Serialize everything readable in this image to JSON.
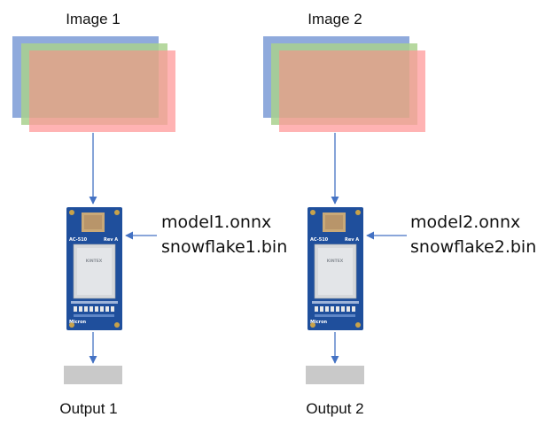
{
  "colors": {
    "frame_blue": "#8FAADC",
    "frame_green": "#A9D18E",
    "frame_red": "#FF9999",
    "frame_overlap": "#D9A78F",
    "arrow": "#4472C4",
    "output_box": "#C9C9C9",
    "board_blue": "#1F4F9C",
    "chip_silver": "#D6D8DB"
  },
  "pipelines": [
    {
      "image_label": "Image 1",
      "model_file": "model1.onnx",
      "bin_file": "snowflake1.bin",
      "output_label": "Output 1",
      "board_model": "AC-510",
      "board_rev": "Rev A",
      "chip_brand": "KINTEX",
      "board_vendor": "Micron"
    },
    {
      "image_label": "Image 2",
      "model_file": "model2.onnx",
      "bin_file": "snowflake2.bin",
      "output_label": "Output 2",
      "board_model": "AC-510",
      "board_rev": "Rev A",
      "chip_brand": "KINTEX",
      "board_vendor": "Micron"
    }
  ]
}
